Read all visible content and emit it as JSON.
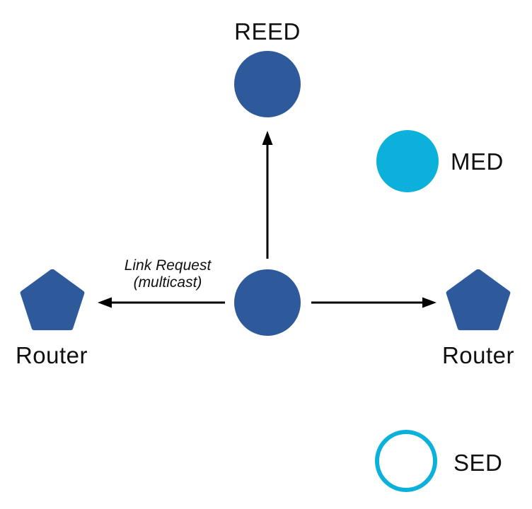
{
  "diagram": {
    "background": "#FFFFFF"
  },
  "colors": {
    "node_blue": "#2E5A9C",
    "node_cyan": "#0BB1DB",
    "arrow": "#000000",
    "text": "#101010",
    "sed_fill": "#FFFFFF"
  },
  "nodes": {
    "reed": {
      "label": "REED",
      "shape": "filled-circle"
    },
    "med": {
      "label": "MED",
      "shape": "filled-circle"
    },
    "parent": {
      "shape": "filled-circle"
    },
    "router_left": {
      "label": "Router",
      "shape": "pentagon"
    },
    "router_right": {
      "label": "Router",
      "shape": "pentagon"
    },
    "sed": {
      "label": "SED",
      "shape": "outlined-circle"
    }
  },
  "annotation": {
    "line1": "Link Request",
    "line2": "(multicast)"
  },
  "arrows": [
    {
      "from": "parent",
      "to": "reed",
      "direction": "up"
    },
    {
      "from": "parent",
      "to": "router_left",
      "direction": "left",
      "label": "Link Request (multicast)"
    },
    {
      "from": "parent",
      "to": "router_right",
      "direction": "right"
    }
  ]
}
